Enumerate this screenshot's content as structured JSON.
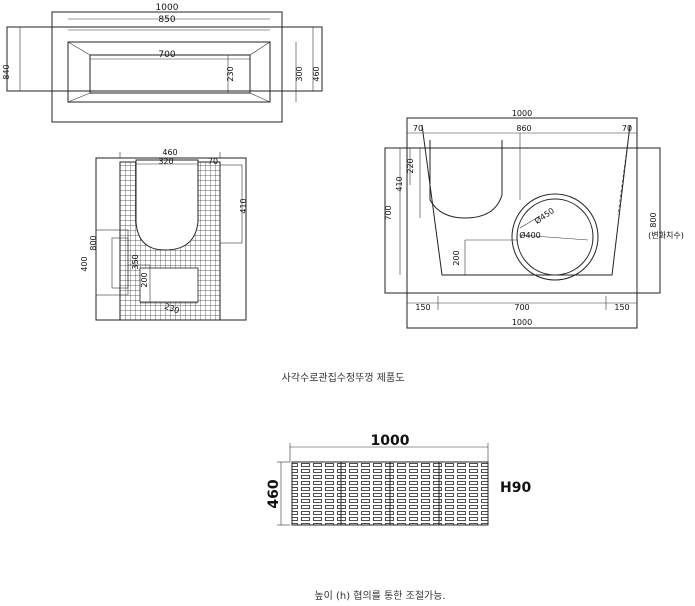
{
  "top_view": {
    "dims": {
      "overall_width": "1000",
      "inner_width": "850",
      "channel_width": "700",
      "depth_a": "230",
      "depth_b": "300",
      "depth_c": "460",
      "left_label": "840"
    }
  },
  "side_section": {
    "dims": {
      "top_width": "460",
      "inner_top": "320",
      "lip": "70",
      "right_height": "410",
      "left_outer": "400",
      "left_mid": "800",
      "left_inner": "350",
      "bottom_a": "200",
      "bottom_b": "230"
    }
  },
  "front_section": {
    "dims": {
      "overall_width": "1000",
      "left_lip": "70",
      "inner_width": "860",
      "right_lip": "70",
      "height_a": "220",
      "height_b": "410",
      "height_total": "700",
      "right_height": "800",
      "pipe_a": "Ø450",
      "pipe_b": "Ø400",
      "base_height": "200",
      "bottom_left": "150",
      "bottom_mid": "700",
      "bottom_right": "150",
      "bottom_total": "1000",
      "note": "(변화치수)"
    }
  },
  "caption_product": "사각수로관집수정뚜껑 제품도",
  "grating": {
    "width": "1000",
    "height": "460",
    "h_label": "H90"
  },
  "caption_adjust": "높이 (h) 협의를 통한 조절가능."
}
